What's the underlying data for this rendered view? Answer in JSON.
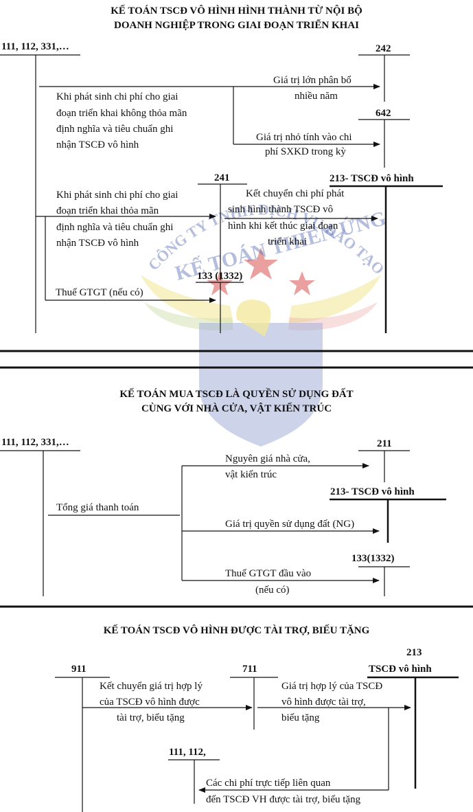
{
  "colors": {
    "watermark_blue": "#5b6fb8",
    "watermark_red": "#d9534f",
    "watermark_yellow": "#e8d44d",
    "watermark_green": "#a7c96b"
  },
  "watermark": {
    "arc_text": "CÔNG TY TNHH DỊCH VỤ ĐÀO TẠO THIÊN ỨNG",
    "main_text": "KẾ TOÁN THIÊN ỨNG"
  },
  "s1": {
    "title1": "KẾ TOÁN TSCĐ VÔ HÌNH HÌNH THÀNH TỪ NỘI BỘ",
    "title2": "DOANH NGHIỆP TRONG GIAI ĐOẠN TRIỂN KHAI",
    "acc_src": "111, 112, 331,…",
    "acc_242": "242",
    "acc_642": "642",
    "acc_241": "241",
    "acc_213": "213- TSCĐ vô hình",
    "acc_133": "133 (1332)",
    "n1": [
      "Khi phát sinh chi phí cho giai",
      "đoạn triển khai không thỏa mãn",
      "định nghĩa và tiêu chuẩn ghi",
      "nhận TSCĐ vô hình"
    ],
    "n2": [
      "Giá trị lớn phân bổ",
      "nhiều năm"
    ],
    "n3": [
      "Giá trị nhỏ tính vào chi",
      "phí SXKD trong kỳ"
    ],
    "n4": [
      "Khi phát sinh chi phí cho giai",
      "đoạn triển khai thỏa mãn",
      "định nghĩa và tiêu chuẩn ghi",
      "nhận TSCĐ vô hình"
    ],
    "n5": [
      "Kết chuyển chi phí phát",
      "sinh hình thành TSCĐ vô",
      "hình khi kết thúc giai đoạn",
      "triển khai"
    ],
    "n6": "Thuế GTGT (nếu có)"
  },
  "s2": {
    "title1": "KẾ TOÁN MUA TSCĐ LÀ QUYỀN SỬ DỤNG ĐẤT",
    "title2": "CÙNG VỚI NHÀ CỬA, VẬT KIẾN TRÚC",
    "acc_src": "111, 112, 331,…",
    "acc_211": "211",
    "acc_213": "213- TSCĐ vô hình",
    "acc_133": "133(1332)",
    "n1": [
      "Nguyên giá nhà cửa,",
      "vật kiến trúc"
    ],
    "n2": "Tổng giá thanh toán",
    "n3": "Giá trị quyền sử dụng đất (NG)",
    "n4": [
      "Thuế GTGT đầu vào",
      "(nếu có)"
    ]
  },
  "s3": {
    "title": "KẾ TOÁN TSCĐ VÔ HÌNH ĐƯỢC TÀI TRỢ, BIẾU TẶNG",
    "acc_911": "911",
    "acc_711": "711",
    "acc_213_num": "213",
    "acc_213_name": "TSCĐ vô hình",
    "acc_111": "111, 112,",
    "n1": [
      "Kết chuyển giá trị hợp lý",
      "của TSCĐ vô hình được",
      "tài trợ, biếu tặng"
    ],
    "n2": [
      "Giá trị hợp lý của TSCĐ",
      "vô hình được tài trợ,",
      "biếu tặng"
    ],
    "n3": [
      "Các chi phí trực tiếp liên quan",
      "đến TSCĐ VH được tài trợ, biếu tặng"
    ]
  }
}
